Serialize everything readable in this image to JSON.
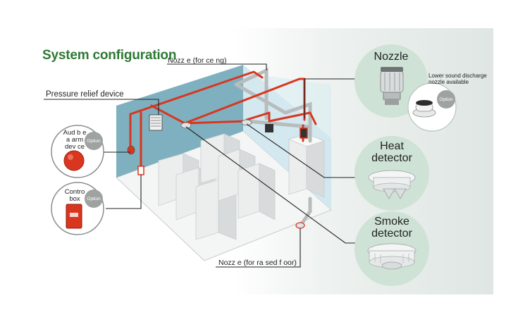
{
  "title": "System configuration",
  "labels": {
    "nozzle_ceiling": "Nozz e (for ce ng)",
    "pressure_relief": "Pressure relief device",
    "nozzle_floor": "Nozz e  (for ra sed f oor)"
  },
  "devices": {
    "audible_alarm": {
      "line1": "Aud b e",
      "line2": "a arm",
      "line3": "dev ce",
      "option": "Option"
    },
    "control_box": {
      "line1": "Contro",
      "line2": "box",
      "option": "Option"
    },
    "nozzle": {
      "label": "Nozzle",
      "note_line1": "Lower sound discharge",
      "note_line2": "nozzle available",
      "option": "Option"
    },
    "heat_detector": {
      "line1": "Heat",
      "line2": "detector"
    },
    "smoke_detector": {
      "line1": "Smoke",
      "line2": "detector"
    }
  },
  "colors": {
    "title": "#2d7a34",
    "pipe": "#d8361f",
    "wall": "#7fb4c4",
    "bubble": "#cfe2d6"
  }
}
